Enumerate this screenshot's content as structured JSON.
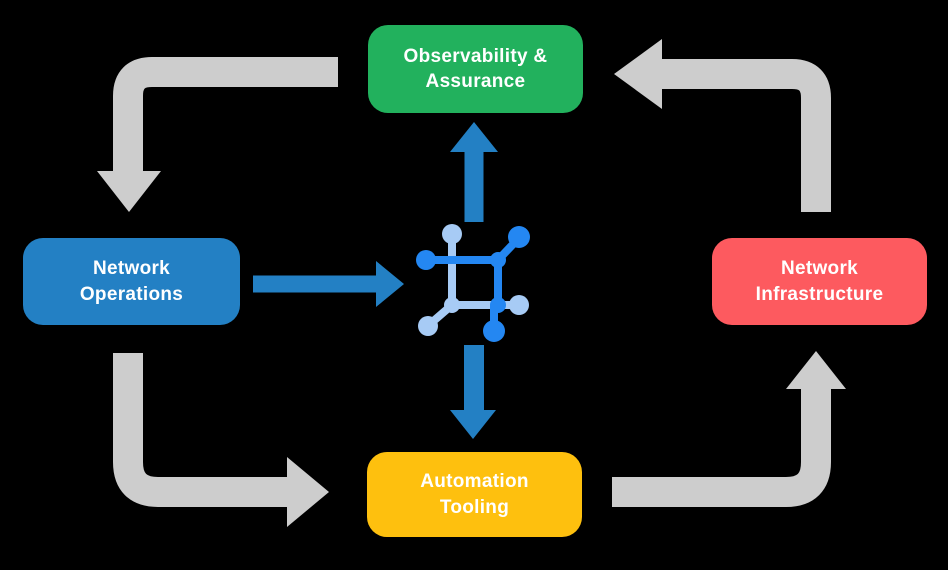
{
  "background_color": "#000000",
  "boxes": {
    "observability": {
      "label": "Observability &\nAssurance",
      "color": "#22B15D",
      "text_color": "#FFFFFF"
    },
    "operations": {
      "label": "Network\nOperations",
      "color": "#2380C4",
      "text_color": "#FFFFFF"
    },
    "infrastructure": {
      "label": "Network\nInfrastructure",
      "color": "#FD5A5F",
      "text_color": "#FFFFFF"
    },
    "automation": {
      "label": "Automation\nTooling",
      "color": "#FEC00E",
      "text_color": "#FFFFFF"
    }
  },
  "arrows": {
    "gray": {
      "color": "#CDCDCD",
      "items": [
        {
          "name": "observability-to-operations",
          "direction": "down"
        },
        {
          "name": "infrastructure-to-observability",
          "direction": "left"
        },
        {
          "name": "operations-to-automation",
          "direction": "right"
        },
        {
          "name": "automation-to-infrastructure",
          "direction": "up"
        }
      ]
    },
    "blue": {
      "color": "#2380C4",
      "items": [
        {
          "name": "operations-to-center",
          "direction": "right"
        },
        {
          "name": "center-to-observability",
          "direction": "up"
        },
        {
          "name": "center-to-automation",
          "direction": "down"
        }
      ]
    }
  },
  "icon": {
    "name": "network-mesh-icon",
    "dark_blue": "#2487F2",
    "light_blue": "#A7CBF5"
  }
}
